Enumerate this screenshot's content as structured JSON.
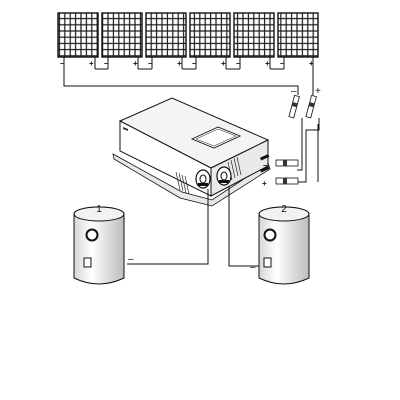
{
  "panels": {
    "count": 6,
    "terminal_minus": "–",
    "terminal_plus": "+"
  },
  "connector_labels": {
    "minus": "–",
    "plus": "+",
    "inv_minus": "–",
    "inv_plus": "+"
  },
  "tanks": [
    {
      "number": "1",
      "wire_label": "–"
    },
    {
      "number": "2",
      "wire_label": "–"
    }
  ],
  "icons": {
    "solar_panel": "solar-panel-icon",
    "inverter": "inverter-icon",
    "tank": "water-heater-tank-icon",
    "connector": "mc4-connector-icon"
  }
}
